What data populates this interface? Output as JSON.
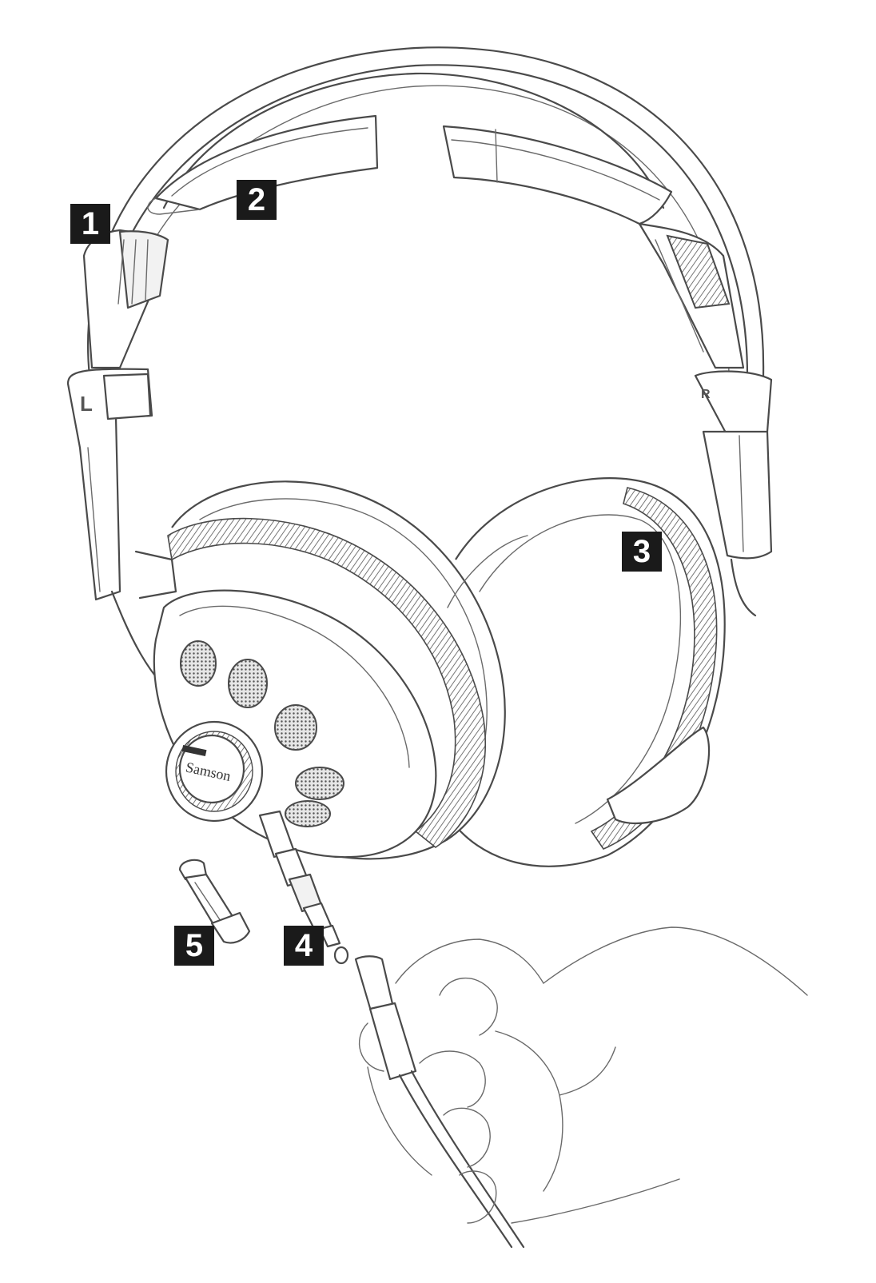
{
  "callouts": [
    {
      "id": "1",
      "label": "1"
    },
    {
      "id": "2",
      "label": "2"
    },
    {
      "id": "3",
      "label": "3"
    },
    {
      "id": "4",
      "label": "4"
    },
    {
      "id": "5",
      "label": "5"
    }
  ],
  "side_marks": {
    "left": "L",
    "right": "R"
  },
  "icons": {
    "headphones": "headphones-illustration",
    "adapter": "jack-adapter-illustration",
    "hand": "hand-illustration"
  }
}
